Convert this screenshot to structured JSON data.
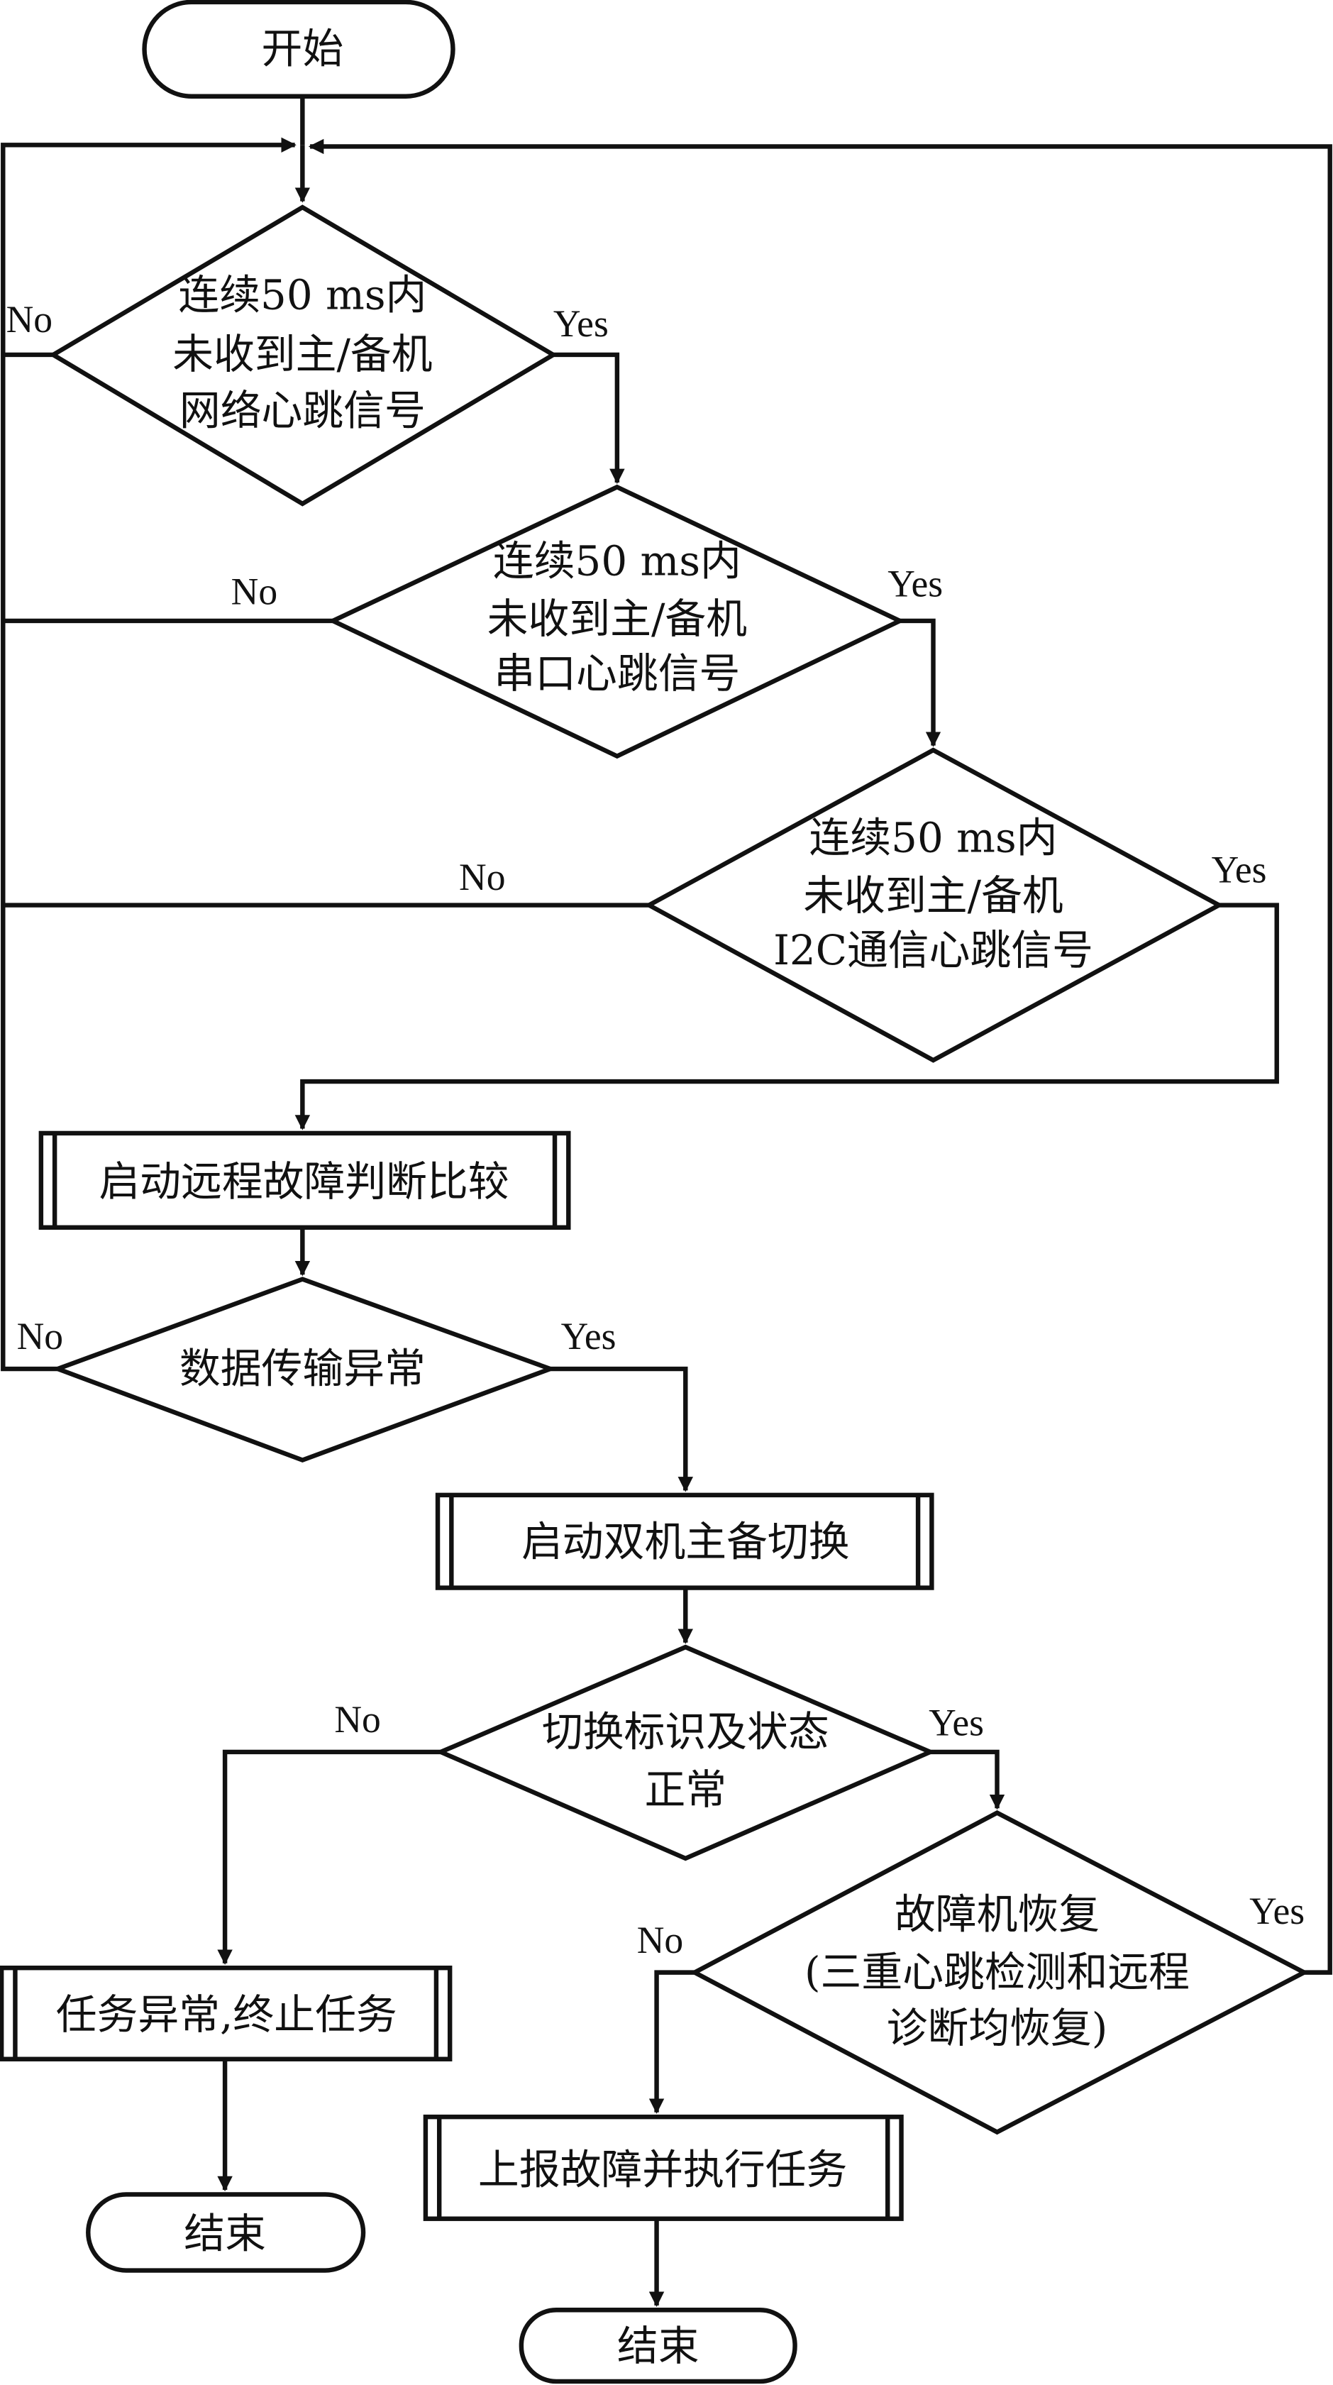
{
  "nodes": {
    "start": {
      "label": "开始"
    },
    "d1": {
      "lines": [
        "连续50 ms内",
        "未收到主/备机",
        "网络心跳信号"
      ]
    },
    "d2": {
      "lines": [
        "连续50 ms内",
        "未收到主/备机",
        "串口心跳信号"
      ]
    },
    "d3": {
      "lines": [
        "连续50 ms内",
        "未收到主/备机",
        "I2C通信心跳信号"
      ]
    },
    "p1": {
      "label": "启动远程故障判断比较"
    },
    "d4": {
      "label": "数据传输异常"
    },
    "p2": {
      "label": "启动双机主备切换"
    },
    "d5": {
      "lines": [
        "切换标识及状态",
        "正常"
      ]
    },
    "p3": {
      "label": "任务异常,终止任务"
    },
    "end1": {
      "label": "结束"
    },
    "d6": {
      "lines": [
        "故障机恢复",
        "(三重心跳检测和远程",
        "诊断均恢复)"
      ]
    },
    "p4": {
      "label": "上报故障并执行任务"
    },
    "end2": {
      "label": "结束"
    }
  },
  "edge_labels": {
    "yes": "Yes",
    "no": "No"
  }
}
